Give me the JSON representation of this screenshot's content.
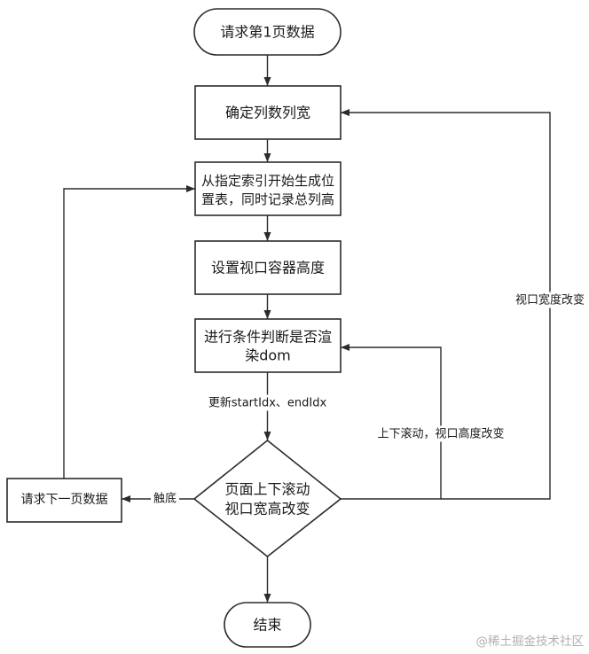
{
  "diagram": {
    "nodes": {
      "start": {
        "label": "请求第1页数据"
      },
      "calc_columns": {
        "label": "确定列数列宽"
      },
      "generate_positions": {
        "lines": [
          "从指定索引开始生成位",
          "置表，同时记录总列高"
        ]
      },
      "set_container_height": {
        "label": "设置视口容器高度"
      },
      "render_check": {
        "lines": [
          "进行条件判断是否渲",
          "染dom"
        ]
      },
      "scroll_decision": {
        "lines": [
          "页面上下滚动",
          "视口宽高改变"
        ]
      },
      "request_next_page": {
        "label": "请求下一页数据"
      },
      "end": {
        "label": "结束"
      }
    },
    "edge_labels": {
      "update_indices": "更新startIdx、endIdx",
      "reach_bottom": "触底",
      "scroll_height_change": "上下滚动，视口高度改变",
      "width_change": "视口宽度改变"
    }
  },
  "watermark": "@稀土掘金技术社区",
  "colors": {
    "background": "#ffffff",
    "stroke": "#2b2b2b",
    "text": "#1a1a1a",
    "watermark": "#b0b0b0"
  }
}
